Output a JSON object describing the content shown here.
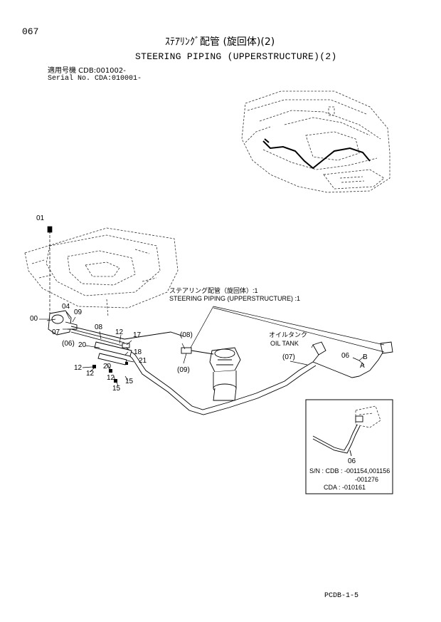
{
  "header": {
    "page_number": "067",
    "title_jp": "ｽﾃｱﾘﾝｸﾞ配管 (旋回体)(2)",
    "title_en": "STEERING PIPING (UPPERSTRUCTURE)(2)",
    "applicability_jp": "適用号機 CDB:001002-",
    "applicability_en": "Serial No. CDA:010001-"
  },
  "callout": {
    "jp": "ステアリング配管（旋回体）:1",
    "en": "STEERING PIPING (UPPERSTRUCTURE) :1"
  },
  "tank_label": {
    "jp": "オイルタンク",
    "en": "OIL TANK"
  },
  "part_labels": {
    "p01": "01",
    "p00": "00",
    "p04": "04",
    "p09": "09",
    "p07": "07",
    "p06_paren": "(06)",
    "p08": "08",
    "p20a": "20",
    "p12a": "12",
    "p17": "17",
    "p18": "18",
    "p21": "21",
    "p12b": "12",
    "p12c": "12",
    "p20b": "20",
    "p12d": "12",
    "p15a": "15",
    "p15b": "15",
    "p08_paren": "(08)",
    "p09_paren": "(09)",
    "p07_paren": "(07)",
    "p06": "06",
    "pB": "B",
    "pA": "A"
  },
  "inset": {
    "part": "06",
    "sn_line1": "S/N : CDB : -001154,001156",
    "sn_line2": "-001276",
    "sn_line3": "CDA : -010161"
  },
  "footer": {
    "code": "PCDB-1-5"
  }
}
